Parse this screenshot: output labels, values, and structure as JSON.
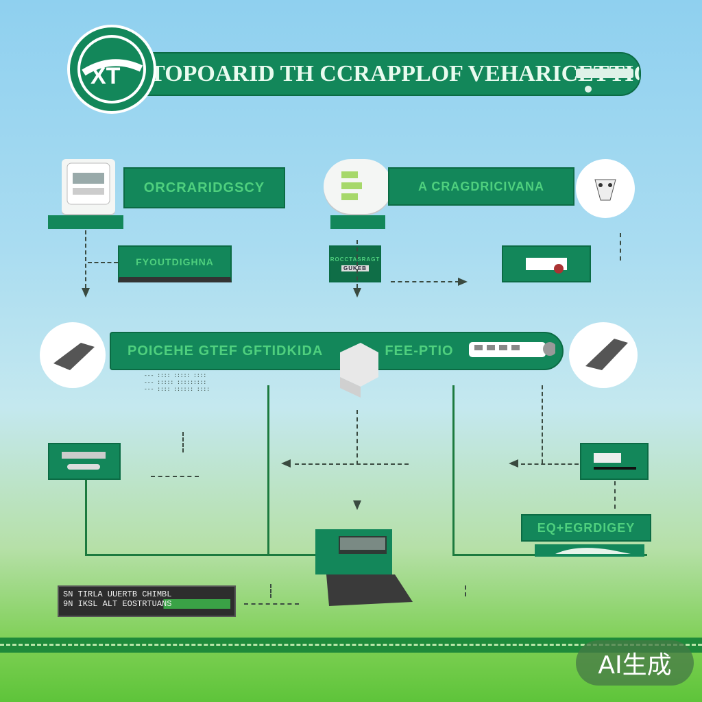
{
  "title": "E-TOPOARID TH CCRAPPLOF VEHARICETTIO",
  "logo_glyph": "XT",
  "nodes": {
    "top_left_band": "ORCRARIDGSCY",
    "top_right_band": "A CRAGDRICIVANA",
    "mid_left_box": "FYOUTDIGHNA",
    "mid_center_box_line1": "ROCCTASRAGT",
    "mid_center_box_line2": "GUKEB",
    "center_band_left": "POICEHE GTEF GFTIDKIDA",
    "center_band_right": "FEE-PTIO",
    "center_small_text": [
      "--- :::: ::::: ::::",
      "--- ::::: :::::::::",
      "--- :::: :::::: ::::"
    ],
    "bottom_right_band": "EQ+EGRDIGEY",
    "legend_line1": "SN  TIRLA  UUERTB CHIMBL",
    "legend_line2": "9N  IKSL ALT EOSTRTUANS"
  },
  "badge": "AI生成",
  "colors": {
    "band": "#13875a",
    "band_text": "#4fd07e",
    "line": "#1c7a3e"
  }
}
